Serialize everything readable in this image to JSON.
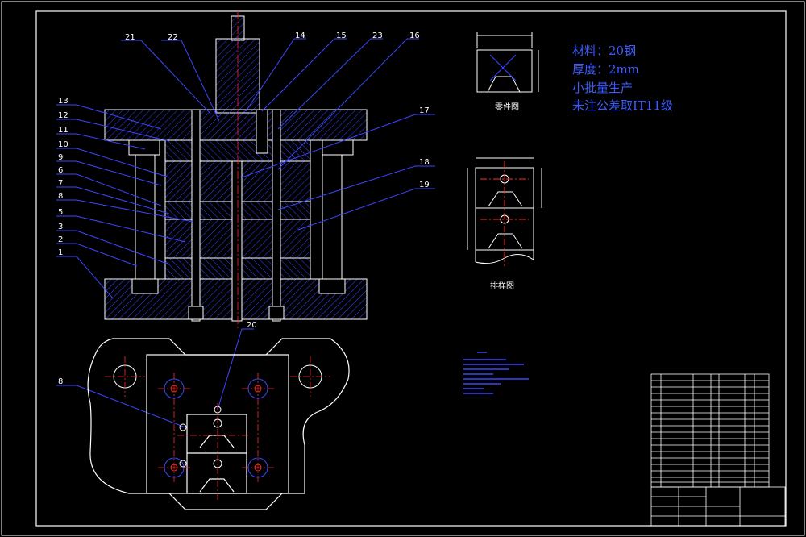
{
  "specs": {
    "material": "材料：20钢",
    "thickness": "厚度：2mm",
    "batch": "小批量生产",
    "tolerance": "未注公差取IT11级"
  },
  "views": {
    "part_view_caption": "零件图",
    "layout_view_caption": "排样图"
  },
  "part_labels": [
    "21",
    "22",
    "14",
    "15",
    "23",
    "16",
    "13",
    "12",
    "11",
    "10",
    "9",
    "6",
    "7",
    "8",
    "5",
    "3",
    "2",
    "1",
    "17",
    "18",
    "19",
    "20",
    "8"
  ],
  "colors": {
    "outline": "#ffffff",
    "hatch": "#3c46ff",
    "leader": "#3c46ff",
    "centerline": "#ff2a2a",
    "label": "#ffffff"
  }
}
